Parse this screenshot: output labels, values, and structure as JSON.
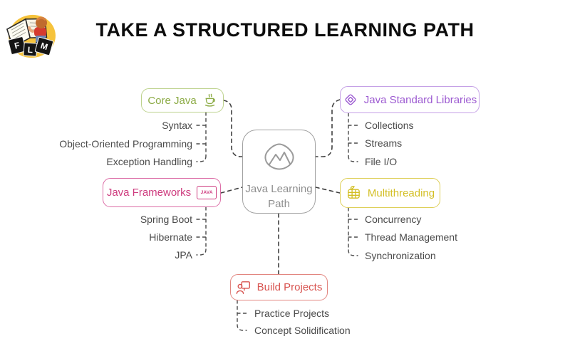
{
  "header": {
    "title": "TAKE A STRUCTURED LEARNING PATH",
    "logo_letters": [
      "F",
      "L",
      "M"
    ],
    "logo_blob_color": "#f6c33c"
  },
  "center": {
    "label": "Java Learning Path",
    "icon": "mountain-icon",
    "text_color": "#8f8f8f",
    "border_color": "#a1a1a1",
    "icon_color": "#9a9a9a"
  },
  "branches": [
    {
      "label": "Core Java",
      "icon": "java-cup-icon",
      "text_color": "#8cab45",
      "border_color": "#bdd28d",
      "items": [
        "Syntax",
        "Object-Oriented Programming",
        "Exception Handling"
      ]
    },
    {
      "label": "Java Standard Libraries",
      "icon": "diamond-icon",
      "text_color": "#9c5ad1",
      "border_color": "#c5a1e6",
      "items": [
        "Collections",
        "Streams",
        "File I/O"
      ]
    },
    {
      "label": "Java Frameworks",
      "icon": "java-badge-icon",
      "icon_text": "JAVA",
      "text_color": "#ce3b7e",
      "border_color": "#dc6ea7",
      "items": [
        "Spring Boot",
        "Hibernate",
        "JPA"
      ]
    },
    {
      "label": "Multithreading",
      "icon": "threads-barrel-icon",
      "text_color": "#d3bf25",
      "border_color": "#decf58",
      "items": [
        "Concurrency",
        "Thread Management",
        "Synchronization"
      ]
    },
    {
      "label": "Build Projects",
      "icon": "presenter-icon",
      "text_color": "#d85450",
      "border_color": "#e28680",
      "items": [
        "Practice Projects",
        "Concept Solidification"
      ]
    }
  ],
  "style": {
    "item_text_color": "#4a4a4a",
    "connector_color": "#3f3f3f",
    "title_color": "#0c0c0c"
  }
}
